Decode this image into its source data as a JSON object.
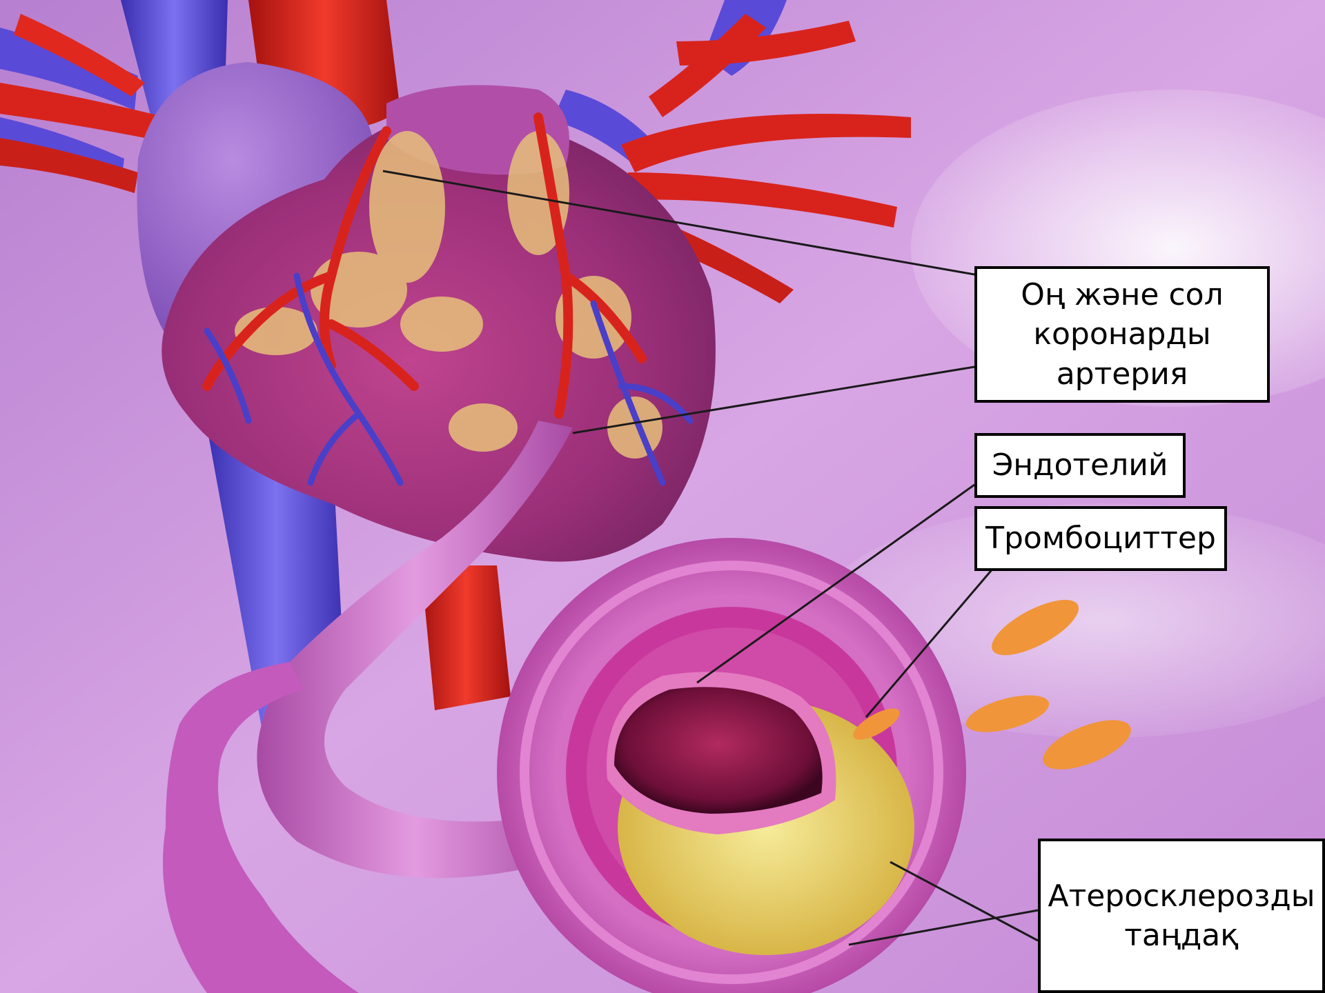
{
  "labels": {
    "coronary": {
      "lines": [
        "Оң және сол",
        "коронарды",
        "артерия"
      ]
    },
    "endothelium": {
      "text": "Эндотелий"
    },
    "platelets": {
      "text": "Тромбоциттер"
    },
    "plaque": {
      "lines": [
        "Атеросклерозды",
        "таңдақ"
      ]
    }
  },
  "colors": {
    "background": "#c98fd6",
    "artery_red": "#d8231c",
    "vein_blue": "#4a3fc8",
    "heart_muscle": "#a83a8a",
    "vessel_wall": "#c24fb0",
    "plaque_yellow": "#e8d46a",
    "platelet_orange": "#f0953a",
    "label_box": "#ffffff",
    "leader_line": "#1a1a1a"
  }
}
